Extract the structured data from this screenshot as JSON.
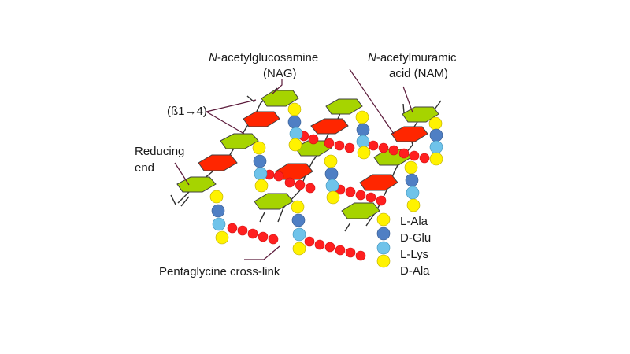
{
  "labels": {
    "nag_prefix": "N",
    "nag_suffix": "-acetylglucosamine",
    "nag_abbr": "(NAG)",
    "nam_prefix": "N",
    "nam_suffix": "-acetylmuramic",
    "nam_line2": "acid (NAM)",
    "linkage": "(ß1→4)",
    "reducing_line1": "Reducing",
    "reducing_line2": "end",
    "crosslink": "Pentaglycine cross-link"
  },
  "legend": [
    {
      "label": "L-Ala",
      "color": "#fff200"
    },
    {
      "label": "D-Glu",
      "color": "#4f7fc4"
    },
    {
      "label": "L-Lys",
      "color": "#6fc3ea"
    },
    {
      "label": "D-Ala",
      "color": "#fff200"
    }
  ],
  "colors": {
    "nag": "#a6d400",
    "nam": "#ff2600",
    "glycine": "#ff1f1f",
    "ala": "#fff200",
    "glu": "#4f7fc4",
    "lys": "#6fc3ea"
  }
}
